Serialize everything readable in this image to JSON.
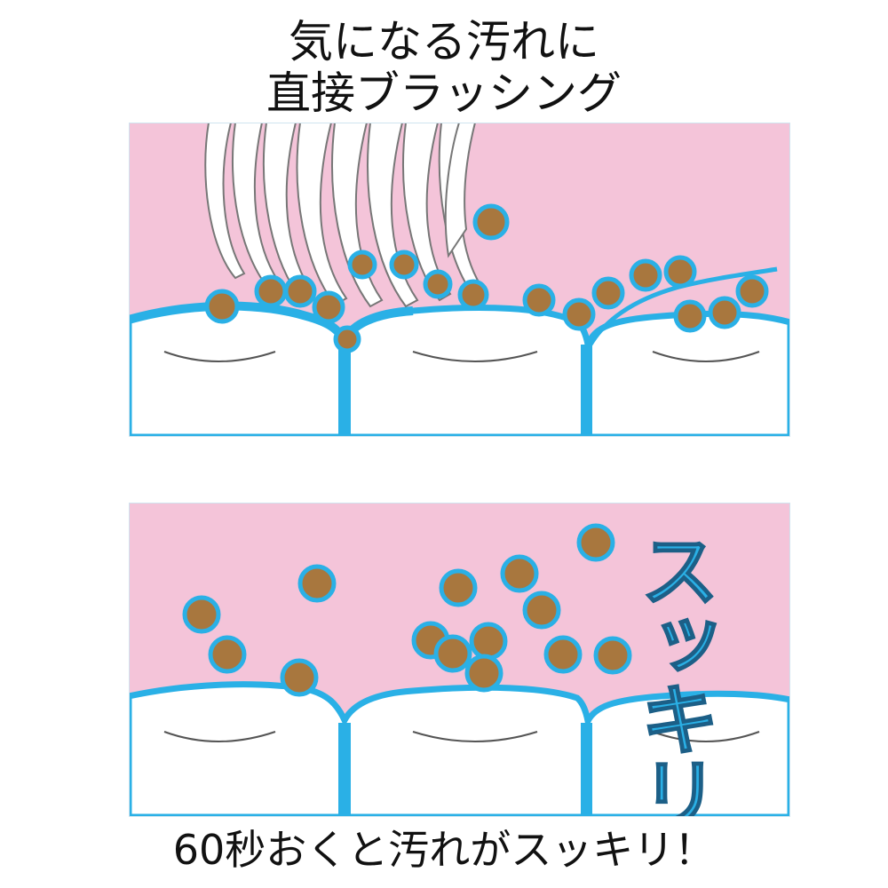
{
  "header": {
    "line1": "気になる汚れに",
    "line2": "直接ブラッシング"
  },
  "after_panel": {
    "stamp_text": "スッキリ"
  },
  "footer": {
    "caption": "60秒おくと汚れがスッキリ！"
  },
  "colors": {
    "gum_pink": "#f4c4d9",
    "plaque_blue": "#2ab0e6",
    "plaque_brown": "#a8773e",
    "tooth_white": "#ffffff",
    "text_black": "#111111"
  }
}
